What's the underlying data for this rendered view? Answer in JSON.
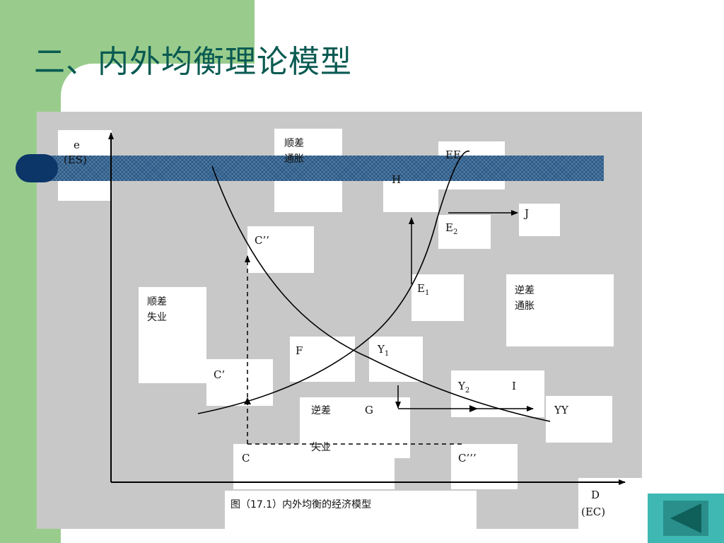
{
  "slide": {
    "title": "二、内外均衡理论模型"
  },
  "diagram": {
    "y_axis_label": "e",
    "y_axis_sublabel": "(ES)",
    "x_axis_label": "D",
    "x_axis_sublabel": "(EC)",
    "caption": "图（17.1）内外均衡的经济模型",
    "curves": {
      "ee": "EE",
      "yy": "YY"
    },
    "zones": {
      "surplus_inflation": "顺差\n通胀",
      "surplus_unemployment": "顺差\n失业",
      "deficit_inflation": "逆差\n通胀",
      "deficit_unemployment_top": "逆差",
      "deficit_unemployment_bottom": "失业"
    },
    "points": {
      "c_double_prime": "C’’",
      "c_prime": "C’",
      "c": "C",
      "c_triple_prime": "C’’’",
      "e1": "E",
      "e1_sub": "1",
      "e2": "E",
      "e2_sub": "2",
      "f": "F",
      "g": "G",
      "h": "H",
      "i": "I",
      "j": "J",
      "y1": "Y",
      "y1_sub": "1",
      "y2": "Y",
      "y2_sub": "2"
    }
  },
  "colors": {
    "title": "#0a5a52",
    "green_accent": "#99cc8c",
    "figure_bg": "#c8c8c8",
    "band": "#2a5a88",
    "nav_button": "#3fb8b3"
  },
  "icons": {
    "back_button": "triangle-left-icon"
  }
}
